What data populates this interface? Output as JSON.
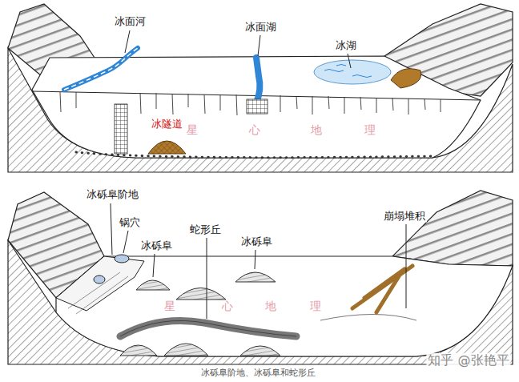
{
  "diagram": {
    "caption": "冰砾阜阶地、冰砾阜和蛇形丘",
    "labels": [
      "冰面河",
      "冰面湖",
      "冰湖",
      "冰隧道",
      "星",
      "心",
      "地",
      "理",
      "冰砾阜阶地",
      "锅穴",
      "冰砾阜",
      "蛇形丘",
      "冰砾阜",
      "崩塌堆积",
      "星",
      "心",
      "地",
      "理",
      "知乎 @张艳平"
    ]
  }
}
